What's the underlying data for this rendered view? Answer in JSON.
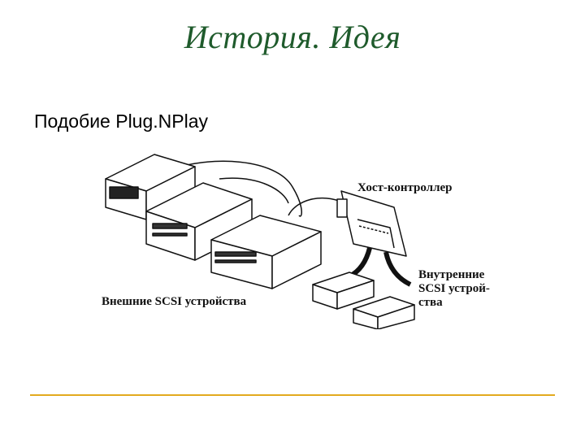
{
  "slide": {
    "title": "История. Идея",
    "subtitle": "Подобие Plug.NPlay"
  },
  "figure": {
    "label_external": "Внешние SCSI устройства",
    "label_host": "Хост-контроллер",
    "label_internal_1": "Внутренние",
    "label_internal_2": "SCSI устрой-",
    "label_internal_3": "ства"
  },
  "colors": {
    "title": "#1f5b2c",
    "footer_line": "#e3aa1e"
  }
}
